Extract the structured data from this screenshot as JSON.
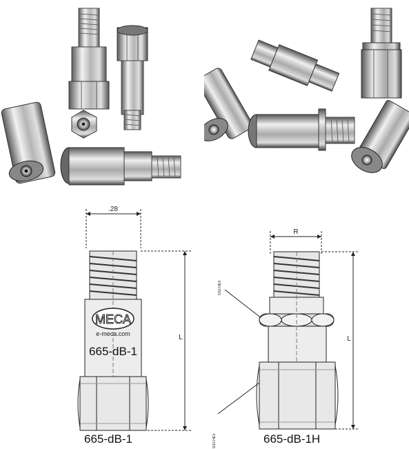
{
  "drawings": {
    "left": {
      "width_dim": ".28",
      "length_dim": "L",
      "logo_text": "MECA",
      "logo_url": "e-meca.com",
      "model_on_body": "665-dB-1",
      "caption": "665-dB-1"
    },
    "right": {
      "width_dim": "R",
      "length_dim": "L",
      "hex_upper": "5/16 HEX",
      "hex_lower": "5/16 HEX",
      "caption": "665-dB-1H"
    }
  },
  "colors": {
    "metal_light": "#e8e8e8",
    "metal_mid": "#a9a9a9",
    "metal_dark": "#4a4a4a",
    "line": "#222222"
  }
}
